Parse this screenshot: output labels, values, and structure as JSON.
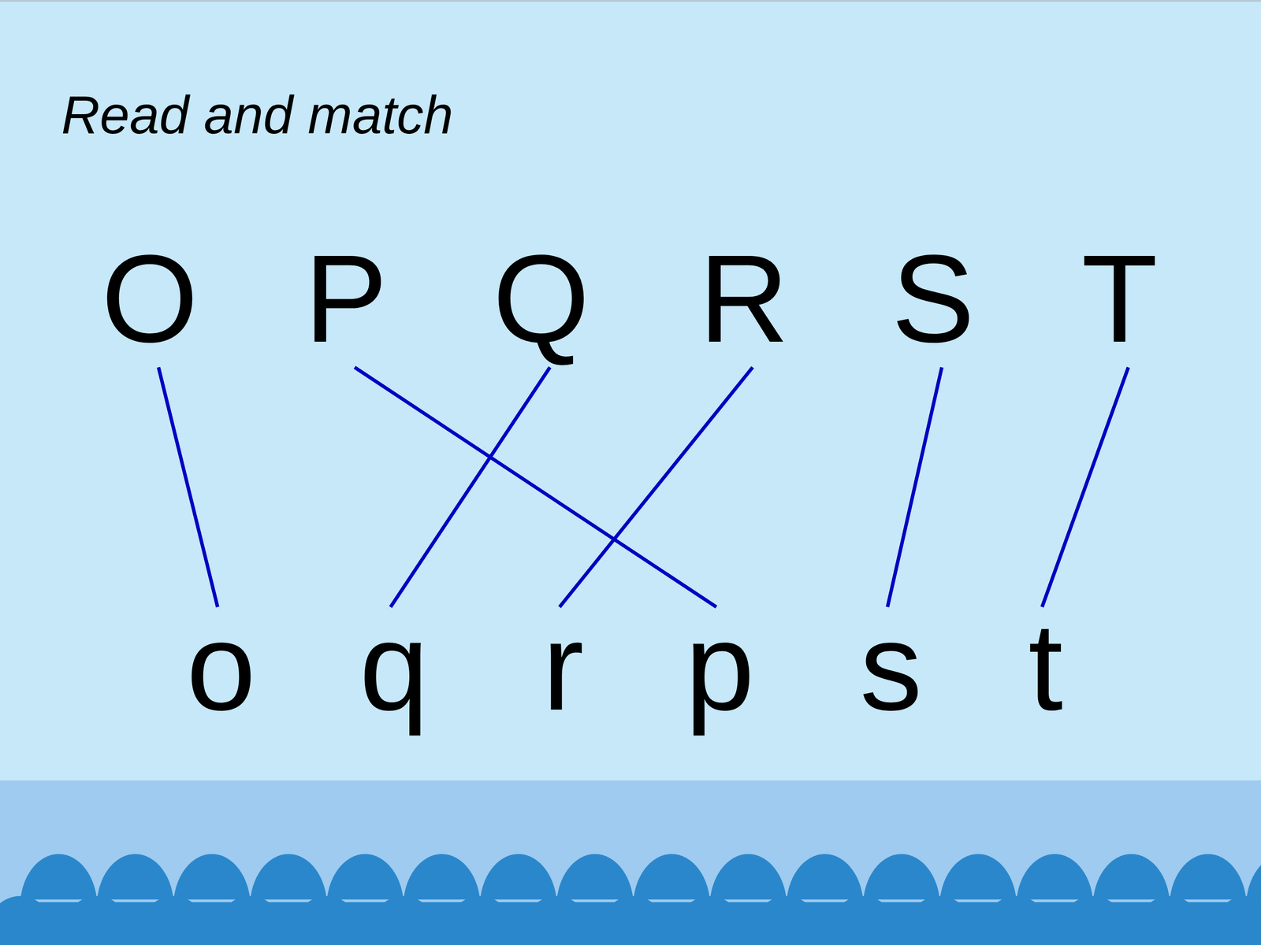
{
  "diagram": {
    "title": "Read and match",
    "nodes": [
      {
        "text": [
          "O"
        ]
      },
      {
        "text": [
          "P"
        ]
      },
      {
        "text": [
          "Q"
        ]
      },
      {
        "text": [
          "R"
        ]
      },
      {
        "text": [
          "S"
        ]
      },
      {
        "text": [
          "T"
        ]
      },
      {
        "text": [
          "o"
        ]
      },
      {
        "text": [
          "q"
        ]
      },
      {
        "text": [
          "r"
        ]
      },
      {
        "text": [
          "p"
        ]
      },
      {
        "text": [
          "s"
        ]
      },
      {
        "text": [
          "t"
        ]
      }
    ],
    "edges": [
      {
        "from": 0,
        "to": 6,
        "arrow": "none"
      },
      {
        "from": 1,
        "to": 9,
        "arrow": "none"
      },
      {
        "from": 2,
        "to": 7,
        "arrow": "none"
      },
      {
        "from": 3,
        "to": 8,
        "arrow": "none"
      },
      {
        "from": 4,
        "to": 10,
        "arrow": "none"
      },
      {
        "from": 5,
        "to": 11,
        "arrow": "none"
      }
    ]
  }
}
